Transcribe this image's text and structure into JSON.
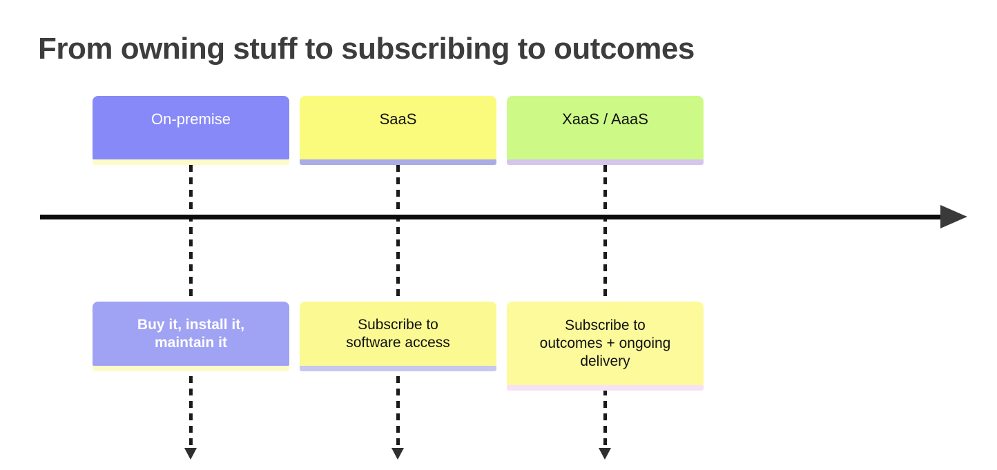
{
  "title": "From owning stuff to subscribing to outcomes",
  "title_color": "#3d3d3d",
  "timeline": {
    "line_color": "#0d0d0d",
    "arrowhead_color": "#3a3a3a",
    "direction": "right"
  },
  "columns": [
    {
      "top_label": "On-premise",
      "bottom_label": "Buy it, install it,\nmaintain it",
      "top_fill": "#8789f8",
      "top_strip": "#fdfcc6",
      "top_text_color": "#ffffff",
      "bottom_fill": "#a0a2f3",
      "bottom_strip": "#fdfcc6",
      "bottom_text_color": "#ffffff"
    },
    {
      "top_label": "SaaS",
      "bottom_label": "Subscribe to\nsoftware access",
      "top_fill": "#fafa7d",
      "top_strip": "#a9ace9",
      "top_text_color": "#111111",
      "bottom_fill": "#fbfa92",
      "bottom_strip": "#c6c8f0",
      "bottom_text_color": "#111111"
    },
    {
      "top_label": "XaaS / AaaS",
      "bottom_label": "Subscribe to\noutcomes + ongoing\ndelivery",
      "top_fill": "#cdfa87",
      "top_strip": "#d5c5ec",
      "top_text_color": "#111111",
      "bottom_fill": "#fcfa9b",
      "bottom_strip": "#f7e2f5",
      "bottom_text_color": "#111111"
    }
  ]
}
